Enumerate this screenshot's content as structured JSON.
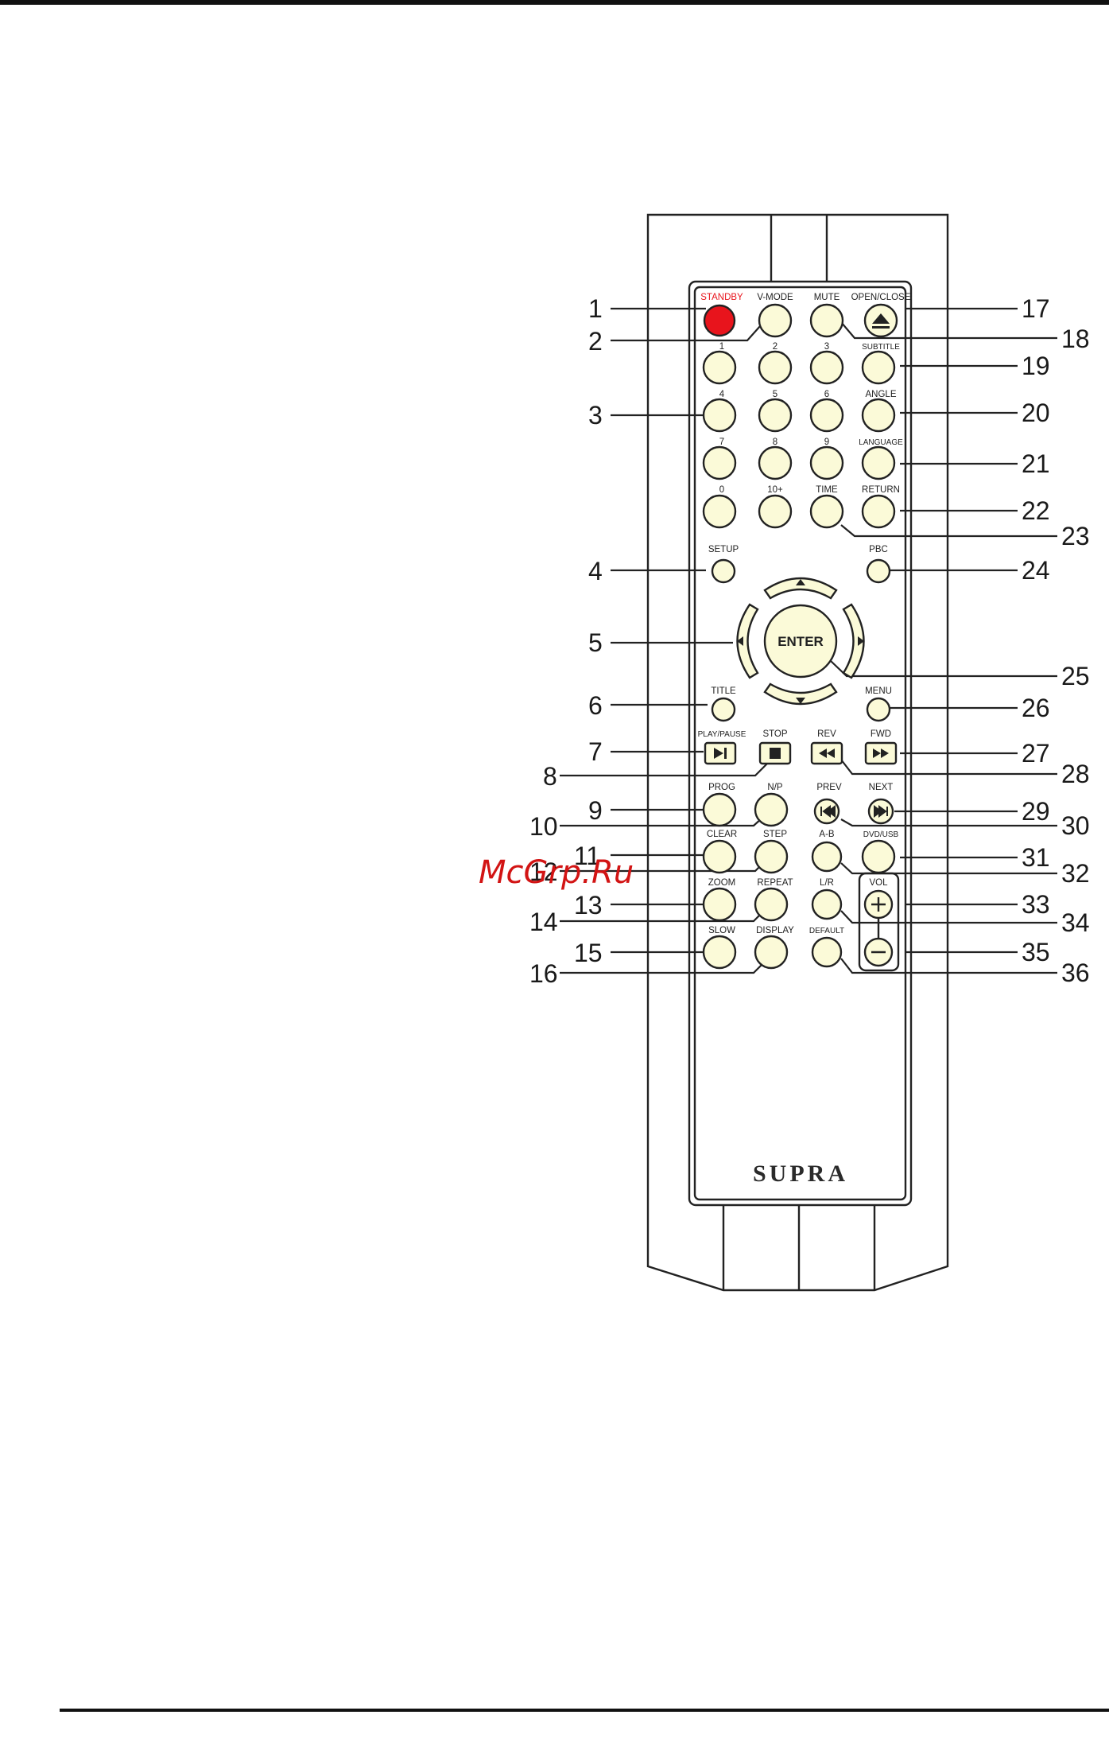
{
  "brand": "SUPRA",
  "watermark": "McGrp.Ru",
  "colors": {
    "button_fill": "#fbfad8",
    "standby": "#e8141c",
    "outline": "#222222",
    "watermark": "#d21414"
  },
  "callouts": [
    "1",
    "2",
    "3",
    "4",
    "5",
    "6",
    "7",
    "8",
    "9",
    "10",
    "11",
    "12",
    "13",
    "14",
    "15",
    "16",
    "17",
    "18",
    "19",
    "20",
    "21",
    "22",
    "23",
    "24",
    "25",
    "26",
    "27",
    "28",
    "29",
    "30",
    "31",
    "32",
    "33",
    "34",
    "35",
    "36"
  ],
  "buttons": {
    "standby": "STANDBY",
    "v_mode": "V-MODE",
    "mute": "MUTE",
    "open_close": "OPEN/CLOSE",
    "d1": "1",
    "d2": "2",
    "d3": "3",
    "subtitle": "SUBTITLE",
    "d4": "4",
    "d5": "5",
    "d6": "6",
    "angle": "ANGLE",
    "d7": "7",
    "d8": "8",
    "d9": "9",
    "language": "LANGUAGE",
    "d0": "0",
    "ten_plus": "10+",
    "time": "TIME",
    "return": "RETURN",
    "setup": "SETUP",
    "pbc": "PBC",
    "enter": "ENTER",
    "title": "TITLE",
    "menu": "MENU",
    "play_pause": "PLAY/PAUSE",
    "stop": "STOP",
    "rev": "REV",
    "fwd": "FWD",
    "prog": "PROG",
    "n_p": "N/P",
    "prev": "PREV",
    "next": "NEXT",
    "clear": "CLEAR",
    "step": "STEP",
    "a_b": "A-B",
    "dvd_usb": "DVD/USB",
    "zoom": "ZOOM",
    "repeat": "REPEAT",
    "l_r": "L/R",
    "vol": "VOL",
    "slow": "SLOW",
    "display": "DISPLAY",
    "default": "DEFAULT"
  }
}
